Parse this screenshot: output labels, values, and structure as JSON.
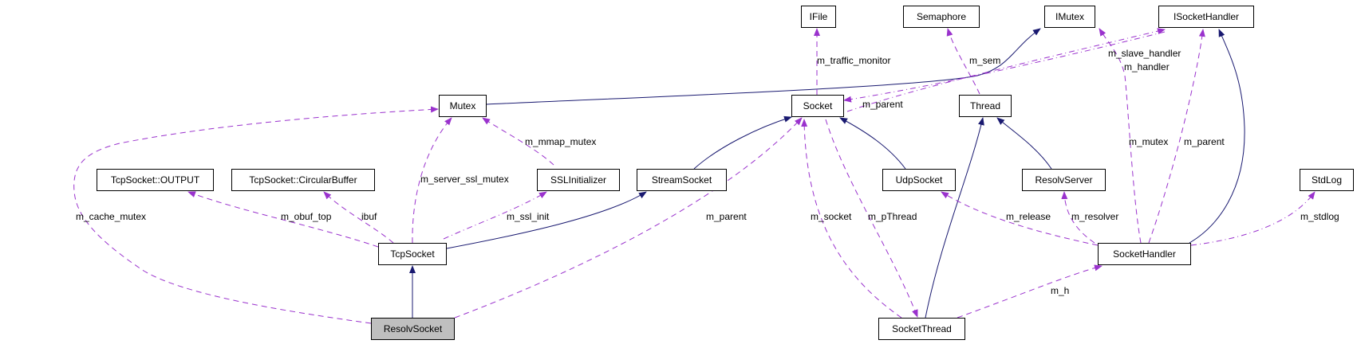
{
  "colors": {
    "inheritance": "#191970",
    "usage": "#9a32cd",
    "highlight_fill": "#bfbfbf"
  },
  "nodes": {
    "ifile": "IFile",
    "semaphore": "Semaphore",
    "imutex": "IMutex",
    "isockethandler": "ISocketHandler",
    "mutex": "Mutex",
    "socket": "Socket",
    "thread": "Thread",
    "tcpsocket_output": "TcpSocket::OUTPUT",
    "tcpsocket_circularbuffer": "TcpSocket::CircularBuffer",
    "sslinitializer": "SSLInitializer",
    "streamsocket": "StreamSocket",
    "udpsocket": "UdpSocket",
    "resolvserver": "ResolvServer",
    "stdlog": "StdLog",
    "tcpsocket": "TcpSocket",
    "sockethandler": "SocketHandler",
    "resolvsocket": "ResolvSocket",
    "socketthread": "SocketThread"
  },
  "edge_labels": {
    "m_cache_mutex": "m_cache_mutex",
    "m_obuf_top": "m_obuf_top",
    "ibuf": "ibuf",
    "m_server_ssl_mutex": "m_server_ssl_mutex",
    "m_mmap_mutex": "m_mmap_mutex",
    "m_ssl_init": "m_ssl_init",
    "m_parent_resolv": "m_parent",
    "m_traffic_monitor": "m_traffic_monitor",
    "m_sem": "m_sem",
    "m_slave_handler": "m_slave_handler",
    "m_handler": "m_handler",
    "m_parent_socket": "m_parent",
    "m_mutex": "m_mutex",
    "m_parent_handler": "m_parent",
    "m_socket": "m_socket",
    "m_pThread": "m_pThread",
    "m_release": "m_release",
    "m_resolver": "m_resolver",
    "m_stdlog": "m_stdlog",
    "m_h": "m_h"
  }
}
